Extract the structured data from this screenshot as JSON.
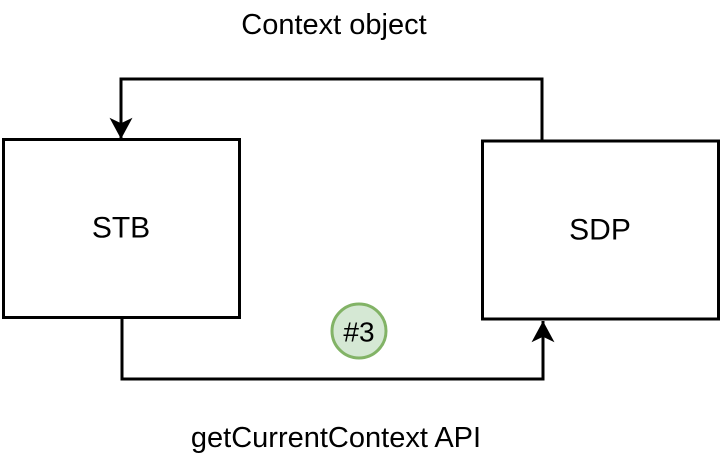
{
  "diagram": {
    "top_edge_label": "Context object",
    "bottom_edge_label": "getCurrentContext API",
    "nodes": [
      {
        "id": "stb",
        "label": "STB"
      },
      {
        "id": "sdp",
        "label": "SDP"
      }
    ],
    "badge": {
      "label": "#3",
      "fill_color": "#d5e8d4",
      "stroke_color": "#82b366"
    },
    "colors": {
      "line": "#000000",
      "node_fill": "#ffffff",
      "background": "#ffffff"
    }
  }
}
